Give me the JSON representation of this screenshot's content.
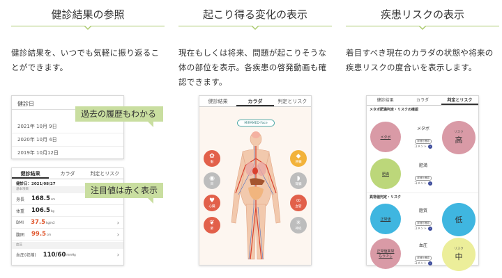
{
  "col1": {
    "heading": "健診結果の参照",
    "desc": "健診結果を、いつでも気軽に振り返ることができます。",
    "date_card": {
      "title": "健診日",
      "dates": [
        "2021年 10月  9日",
        "2020年 10月  4日",
        "2019年 10月12日"
      ]
    },
    "callout1": "過去の履歴もわかる",
    "callout2": "注目値は赤く表示",
    "result_card": {
      "tabs": [
        "健診結果",
        "カラダ",
        "判定とリスク"
      ],
      "exam_date": "健診日：2021/08/27",
      "section1": "基本項目",
      "rows": [
        {
          "label": "身長",
          "value": "168.5",
          "unit": "cm",
          "red": false
        },
        {
          "label": "体重",
          "value": "106.5",
          "unit": "kg",
          "red": false
        },
        {
          "label": "BMI",
          "value": "37.5",
          "unit": "kg/m2",
          "red": true
        },
        {
          "label": "腹囲",
          "value": "99.5",
          "unit": "cm",
          "red": true
        }
      ],
      "section2": "血圧",
      "bp": {
        "label": "血圧(収縮)",
        "value": "110/60",
        "unit": "mmHg"
      }
    }
  },
  "col2": {
    "heading": "起こり得る変化の表示",
    "desc": "現在もしくは将来、問題が起こりそうな体の部位を表示。各疾患の啓発動画も確認できます。",
    "tabs": [
      "健診結果",
      "カラダ",
      "判定とリスク"
    ],
    "badge": "MIRAMED-Face",
    "organs_left": [
      {
        "label": "脳",
        "icon": "✿"
      },
      {
        "label": "目",
        "icon": "◉"
      },
      {
        "label": "心臓",
        "icon": "♥"
      },
      {
        "label": "肺",
        "icon": "❦"
      }
    ],
    "organs_right": [
      {
        "label": "肝臓",
        "icon": "◆"
      },
      {
        "label": "腎臓",
        "icon": "◗"
      },
      {
        "label": "血管",
        "icon": "∞"
      },
      {
        "label": "神経",
        "icon": "✳"
      }
    ]
  },
  "col3": {
    "heading": "疾患リスクの表示",
    "desc": "着目すべき現在のカラダの状態や将来の疾患リスクの度合いを表示します。",
    "tabs": [
      "健診結果",
      "カラダ",
      "判定とリスク"
    ],
    "section1": "メタボ肥満判定・リスクの確認",
    "metabo": {
      "left": "メタボ",
      "mid": "メタボ",
      "right_top": "リスク",
      "right": "高"
    },
    "obesity": {
      "left": "肥満",
      "mid": "肥満"
    },
    "section2": "異常値判定・リスク",
    "lipid": {
      "left": "正常値",
      "mid": "脂質",
      "right": "低"
    },
    "bp": {
      "left": "正常値異常",
      "left2": "もう少し",
      "mid": "血圧",
      "right_top": "リスク",
      "right": "中"
    },
    "pill": "詳細を確認",
    "comment": "コメント"
  },
  "colors": {
    "accent": "#a9c96a",
    "callout": "#c9dea0",
    "red": "#e0582f",
    "pink": "#d99aa6",
    "green": "#bcd77a",
    "blue": "#3fb6e0",
    "yellow": "#ecee9a"
  }
}
